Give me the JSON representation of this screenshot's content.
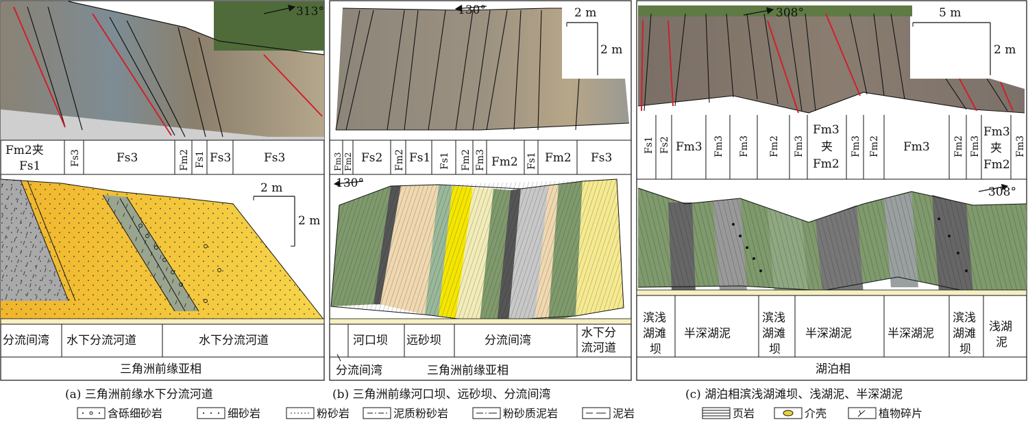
{
  "panel_a": {
    "orientation": "313°",
    "scale_h": "2 m",
    "scale_v": "2 m",
    "units": [
      "Fm2夹\nFs1",
      "Fs3",
      "Fs3",
      "Fm2",
      "Fs1",
      "Fs3",
      "Fs3"
    ],
    "facies_micro": [
      "分流间湾",
      "水下分流河道",
      "水下分流河道"
    ],
    "subfacies": "三角洲前缘亚相",
    "caption": "(a) 三角洲前缘水下分流河道"
  },
  "panel_b": {
    "orientation_top": "130°",
    "orientation_bottom": "130°",
    "scale_h": "2 m",
    "scale_v": "2 m",
    "units": [
      "Fm3",
      "Fm2",
      "Fs2",
      "Fm2",
      "Fs1",
      "Fs1",
      "Fm2",
      "Fm3",
      "Fm2",
      "Fs1",
      "Fm2",
      "Fs3"
    ],
    "facies_micro": [
      "河口坝",
      "远砂坝",
      "分流间湾",
      "水下分\n流河道"
    ],
    "facies_extra": "分流间湾",
    "subfacies": "三角洲前缘亚相",
    "caption": "(b) 三角洲前缘河口坝、远砂坝、分流间湾"
  },
  "panel_c": {
    "orientation_top": "308°",
    "orientation_bottom": "308°",
    "scale_h": "5 m",
    "scale_v": "2 m",
    "units": [
      "Fs1",
      "Fs2",
      "Fm3",
      "Fm3",
      "Fm3",
      "Fm2",
      "Fm3",
      "Fm3\n夹\nFm2",
      "Fm3",
      "Fm2",
      "Fm3",
      "Fm2",
      "Fm3",
      "Fm3\n夹\nFm2",
      "Fm3"
    ],
    "facies_micro": [
      "滨浅\n湖滩\n坝",
      "半深湖泥",
      "滨浅\n湖滩\n坝",
      "半深湖泥",
      "半深湖泥",
      "滨浅\n湖滩\n坝",
      "浅湖\n泥"
    ],
    "subfacies": "湖泊相",
    "caption": "(c) 湖泊相滨浅湖滩坝、浅湖泥、半深湖泥"
  },
  "legend": [
    {
      "icon": "pebbly-fine-sandstone-icon",
      "label": "含砾细砂岩"
    },
    {
      "icon": "fine-sandstone-icon",
      "label": "细砂岩"
    },
    {
      "icon": "siltstone-icon",
      "label": "粉砂岩"
    },
    {
      "icon": "muddy-siltstone-icon",
      "label": "泥质粉砂岩"
    },
    {
      "icon": "silty-mudstone-icon",
      "label": "粉砂质泥岩"
    },
    {
      "icon": "mudstone-icon",
      "label": "泥岩"
    },
    {
      "icon": "shale-icon",
      "label": "页岩"
    },
    {
      "icon": "ostracod-icon",
      "label": "介壳"
    },
    {
      "icon": "plant-fragment-icon",
      "label": "植物碎片"
    }
  ],
  "colors": {
    "sand": "#f2c230",
    "shale_green": "#7f9a6c",
    "grey": "#a9a9a9",
    "dark": "#555555",
    "cream": "#f6efc2"
  }
}
